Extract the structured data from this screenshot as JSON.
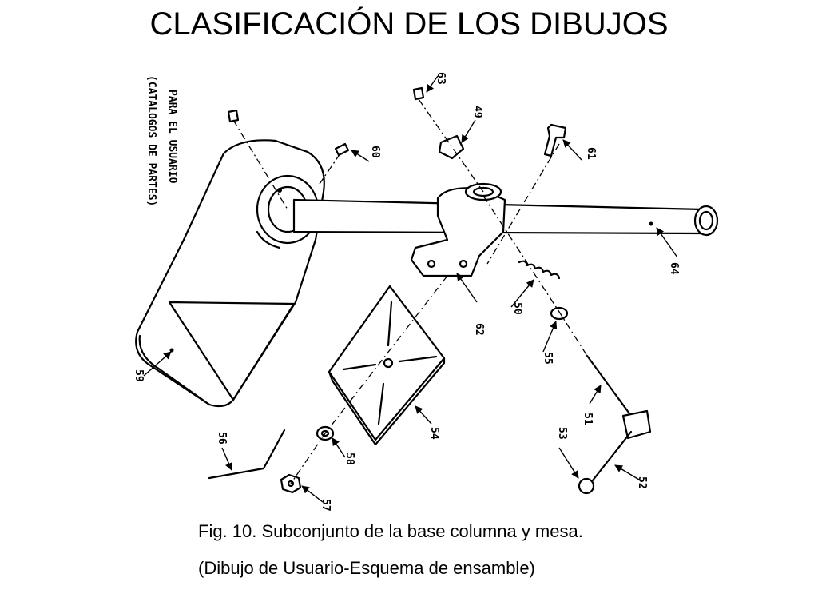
{
  "title": "CLASIFICACIÓN DE LOS DIBUJOS",
  "note": {
    "line1": "PARA EL USUARIO",
    "line2": "(CATALOGOS DE PARTES)"
  },
  "parts": {
    "p50": "50",
    "p51": "51",
    "p52": "52",
    "p53": "53",
    "p54": "54",
    "p55": "55",
    "p56": "56",
    "p57": "57",
    "p58": "58",
    "p59": "59",
    "p60": "60",
    "p61": "61",
    "p62": "62",
    "p63": "63",
    "p64": "64",
    "p49": "49"
  },
  "caption": {
    "line1": "Fig. 10. Subconjunto de la base columna y mesa.",
    "line2": "(Dibujo de Usuario-Esquema de ensamble)"
  }
}
